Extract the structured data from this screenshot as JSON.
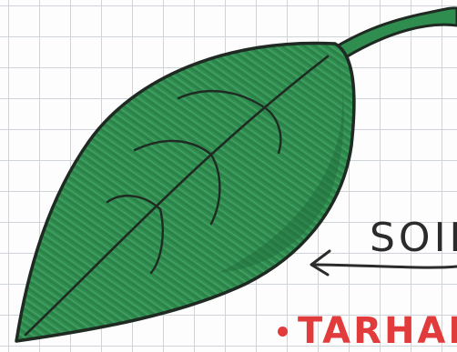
{
  "labels": {
    "soik": "SOIK",
    "tarhale": "TARHALE"
  },
  "colors": {
    "leaf_fill": "#2f8d4f",
    "leaf_outline": "#1e2a22",
    "annotation_text": "#2b2b2b",
    "list_text": "#e23b3b",
    "grid": "#cfd3da"
  },
  "icons": {
    "leaf": "leaf-illustration",
    "arrow": "arrow-left-icon",
    "bullet": "red-bullet-icon"
  }
}
